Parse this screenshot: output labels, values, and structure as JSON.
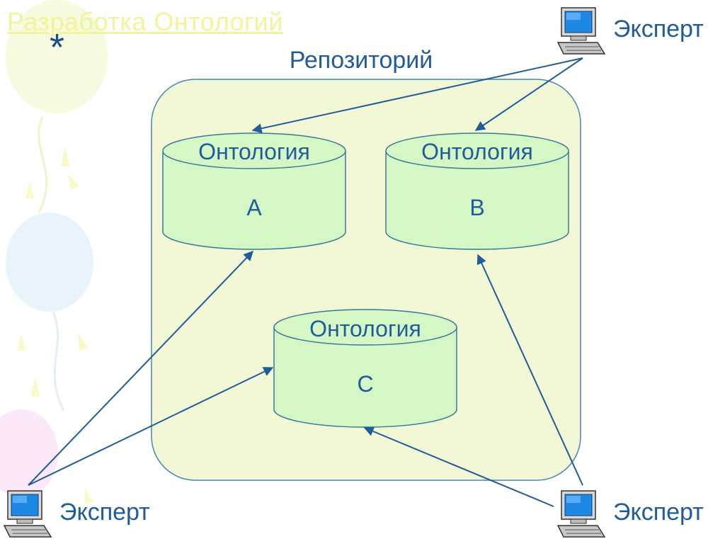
{
  "slide": {
    "title_link": "Разработка Онтологий",
    "bullet_symbol": "*",
    "repository_label": "Репозиторий"
  },
  "ontologies": [
    {
      "title": "Онтология",
      "letter": "A"
    },
    {
      "title": "Онтология",
      "letter": "B"
    },
    {
      "title": "Онтология",
      "letter": "C"
    }
  ],
  "experts": [
    {
      "label": "Эксперт",
      "icon": "computer-icon"
    },
    {
      "label": "Эксперт",
      "icon": "computer-icon"
    },
    {
      "label": "Эксперт",
      "icon": "computer-icon"
    }
  ],
  "colors": {
    "repository_fill": "#f2f7d6",
    "repository_border": "#4a86b5",
    "database_fill": "#d5f7c6",
    "database_border": "#3a7a98",
    "arrow": "#1f5c99",
    "text": "#1f5c99",
    "title_link": "#f3f39a"
  }
}
